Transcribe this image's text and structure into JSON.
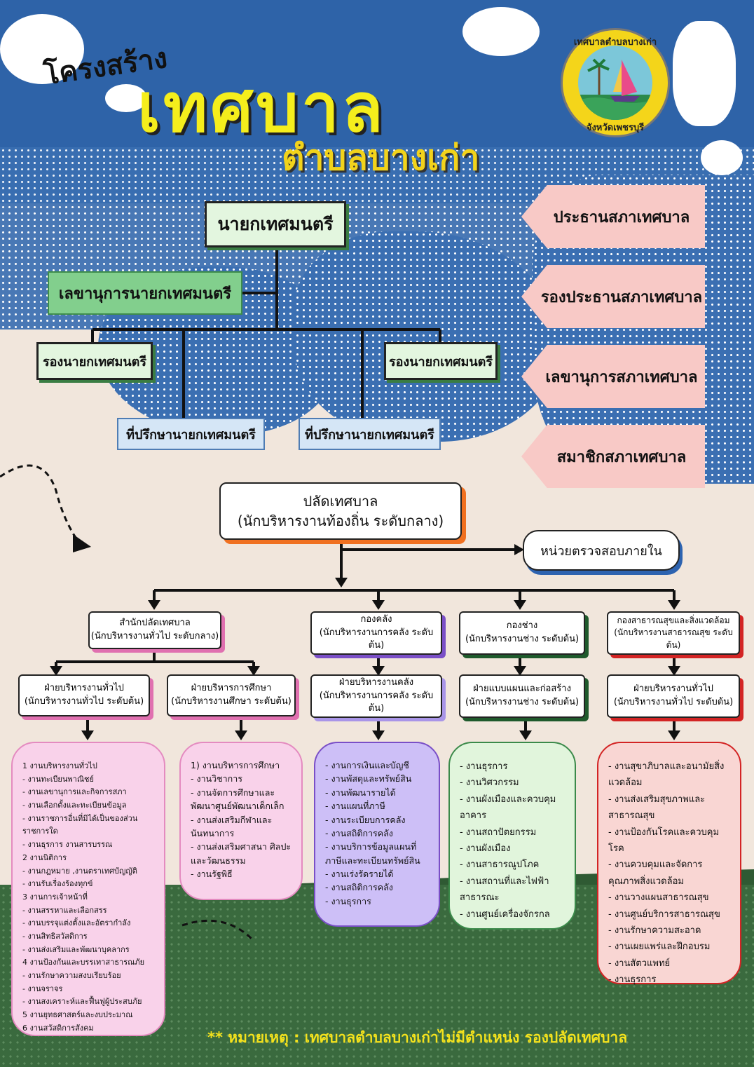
{
  "header": {
    "title_small": "โครงสร้าง",
    "title_big": "เทศบาล",
    "title_sub": "ตำบลบางเก่า",
    "logo_top": "เทศบาลตำบลบางเก่า",
    "logo_bottom": "จังหวัดเพชรบุรี"
  },
  "executive": {
    "mayor": "นายกเทศมนตรี",
    "secretary": "เลขานุการนายกเทศมนตรี",
    "deputy_left": "รองนายกเทศมนตรี",
    "deputy_right": "รองนายกเทศมนตรี",
    "advisor_left": "ที่ปรึกษานายกเทศมนตรี",
    "advisor_right": "ที่ปรึกษานายกเทศมนตรี"
  },
  "council": [
    "ประธานสภาเทศบาล",
    "รองประธานสภาเทศบาล",
    "เลขานุการสภาเทศบาล",
    "สมาชิกสภาเทศบาล"
  ],
  "clerk": {
    "title": "ปลัดเทศบาล",
    "subtitle": "(นักบริหารงานท้องถิ่น ระดับกลาง)"
  },
  "audit": "หน่วยตรวจสอบภายใน",
  "divisions": [
    {
      "title": "สำนักปลัดเทศบาล",
      "subtitle": "(นักบริหารงานทั่วไป ระดับกลาง)"
    },
    {
      "title": "กองคลัง",
      "subtitle": "(นักบริหารงานการคลัง ระดับต้น)"
    },
    {
      "title": "กองช่าง",
      "subtitle": "(นักบริหารงานช่าง ระดับต้น)"
    },
    {
      "title": "กองสาธารณสุขและสิ่งแวดล้อม",
      "subtitle": "(นักบริหารงานสาธารณสุข ระดับต้น)"
    }
  ],
  "sections": [
    {
      "title": "ฝ่ายบริหารงานทั่วไป",
      "subtitle": "(นักบริหารงานทั่วไป ระดับต้น)"
    },
    {
      "title": "ฝ่ายบริหารการศึกษา",
      "subtitle": "(นักบริหารงานศึกษา ระดับต้น)"
    },
    {
      "title": "ฝ่ายบริหารงานคลัง",
      "subtitle": "(นักบริหารงานการคลัง ระดับต้น)"
    },
    {
      "title": "ฝ่ายแบบแผนและก่อสร้าง",
      "subtitle": "(นักบริหารงานช่าง ระดับต้น)"
    },
    {
      "title": "ฝ่ายบริหารงานทั่วไป",
      "subtitle": "(นักบริหารงานทั่วไป ระดับต้น)"
    }
  ],
  "lists": {
    "general": [
      "1 งานบริหารงานทั่วไป",
      "- งานทะเบียนพาณิชย์",
      "- งานเลขานุการและกิจการสภา",
      "- งานเลือกตั้งและทะเบียนข้อมูล",
      "- งานราชการอื่นที่มิได้เป็นของส่วนราชการใด",
      "- งานธุรการ งานสารบรรณ",
      "2 งานนิติการ",
      "- งานกฎหมาย ,งานตราเทศบัญญัติ",
      "- งานรับเรื่องร้องทุกข์",
      "3 งานการเจ้าหน้าที่",
      "- งานสรรหาและเลือกสรร",
      "- งานบรรจุแต่งตั้งและอัตรากำลัง",
      "- งานสิทธิสวัสดิการ",
      "- งานส่งเสริมและพัฒนาบุคลากร",
      "4 งานป้องกันและบรรเทาสาธารณภัย",
      "- งานรักษาความสงบเรียบร้อย",
      "- งานจราจร",
      "- งานสงเคราะห์และฟื้นฟูผู้ประสบภัย",
      "5 งานยุทธศาสตร์และงบประมาณ",
      "6 งานสวัสดิการสังคม"
    ],
    "education": [
      "1) งานบริหารการศึกษา",
      "- งานวิชาการ",
      "- งานจัดการศึกษาและพัฒนาศูนย์พัฒนาเด็กเล็ก",
      "- งานส่งเสริมกีฬาและนันทนาการ",
      "- งานส่งเสริมศาสนา ศิลปะและวัฒนธรรม",
      "- งานรัฐพิธี"
    ],
    "finance": [
      "- งานการเงินและบัญชี",
      "- งานพัสดุและทรัพย์สิน",
      "- งานพัฒนารายได้",
      "- งานแผนที่ภาษี",
      "- งานระเบียบการคลัง",
      "- งานสถิติการคลัง",
      "- งานบริการข้อมูลแผนที่ภาษีและทะเบียนทรัพย์สิน",
      "- งานเร่งรัดรายได้",
      "- งานสถิติการคลัง",
      "- งานธุรการ"
    ],
    "engineering": [
      "- งานธุรการ",
      "- งานวิศวกรรม",
      "- งานผังเมืองและควบคุมอาคาร",
      "- งานสถาปัตยกรรม",
      "- งานผังเมือง",
      "- งานสาธารณูปโภค",
      "- งานสถานที่และไฟฟ้าสาธารณะ",
      "- งานศูนย์เครื่องจักรกล"
    ],
    "health": [
      "- งานสุขาภิบาลและอนามัยสิ่งแวดล้อม",
      "- งานส่งเสริมสุขภาพและสาธารณสุข",
      "- งานป้องกันโรคและควบคุมโรค",
      "- งานควบคุมและจัดการคุณภาพสิ่งแวดล้อม",
      "- งานวางแผนสาธารณสุข",
      "- งานศูนย์บริการสาธารณสุข",
      "- งานรักษาความสะอาด",
      "- งานเผยแพร่และฝึกอบรม",
      "- งานสัตวแพทย์",
      "- งานธุรการ"
    ]
  },
  "note": "** หมายเหตุ : เทศบาลตำบลบางเก่าไม่มีตำแหน่ง รองปลัดเทศบาล",
  "colors": {
    "division_left": "#e070b0",
    "division_finance": "#7a4fc7",
    "division_eng": "#1f5a2c",
    "division_health": "#d32424",
    "list_general": "#f9d2ea",
    "list_finance": "#cdbff7",
    "list_eng": "#e1f5dc",
    "list_health": "#f9d6d3"
  }
}
